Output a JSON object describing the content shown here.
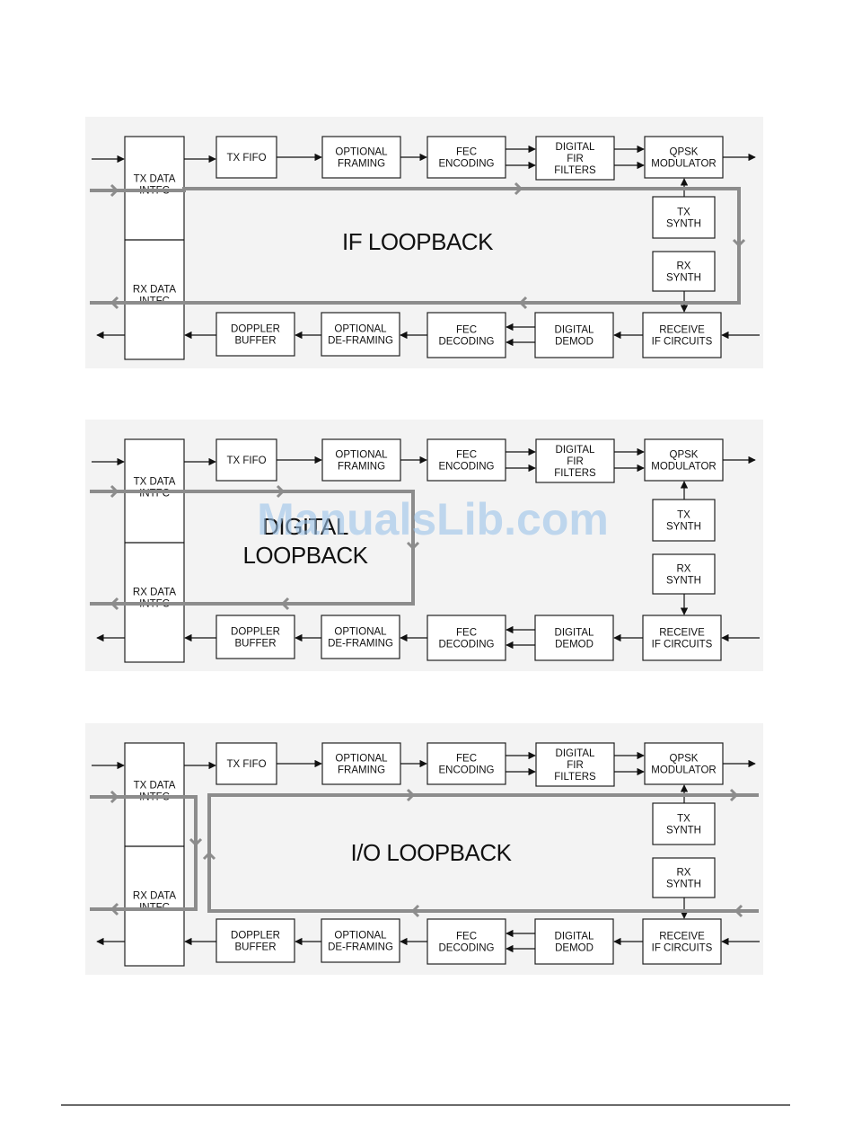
{
  "blocks": {
    "tx_data_intfc": [
      "TX DATA",
      "INTFC"
    ],
    "rx_data_intfc": [
      "RX DATA",
      "INTFC"
    ],
    "tx_fifo": [
      "TX FIFO"
    ],
    "optional_framing": [
      "OPTIONAL",
      "FRAMING"
    ],
    "fec_encoding": [
      "FEC",
      "ENCODING"
    ],
    "digital_fir_filters": [
      "DIGITAL",
      "FIR",
      "FILTERS"
    ],
    "qpsk_modulator": [
      "QPSK",
      "MODULATOR"
    ],
    "tx_synth": [
      "TX",
      "SYNTH"
    ],
    "rx_synth": [
      "RX",
      "SYNTH"
    ],
    "receive_if_circuits": [
      "RECEIVE",
      "IF CIRCUITS"
    ],
    "digital_demod": [
      "DIGITAL",
      "DEMOD"
    ],
    "fec_decoding": [
      "FEC",
      "DECODING"
    ],
    "optional_deframing": [
      "OPTIONAL",
      "DE-FRAMING"
    ],
    "doppler_buffer": [
      "DOPPLER",
      "BUFFER"
    ]
  },
  "panels": [
    {
      "id": "if-loopback",
      "title_lines": [
        "IF LOOPBACK"
      ]
    },
    {
      "id": "digital-loopback",
      "title_lines": [
        "DIGITAL",
        "LOOPBACK"
      ]
    },
    {
      "id": "io-loopback",
      "title_lines": [
        "I/O LOOPBACK"
      ]
    }
  ],
  "watermark": "ManualsLib.com",
  "colors": {
    "loop_path": "#8c8c8c",
    "lines": "#111111",
    "watermark": "#9cc3ea",
    "panel_bg": "#f3f3f3"
  }
}
